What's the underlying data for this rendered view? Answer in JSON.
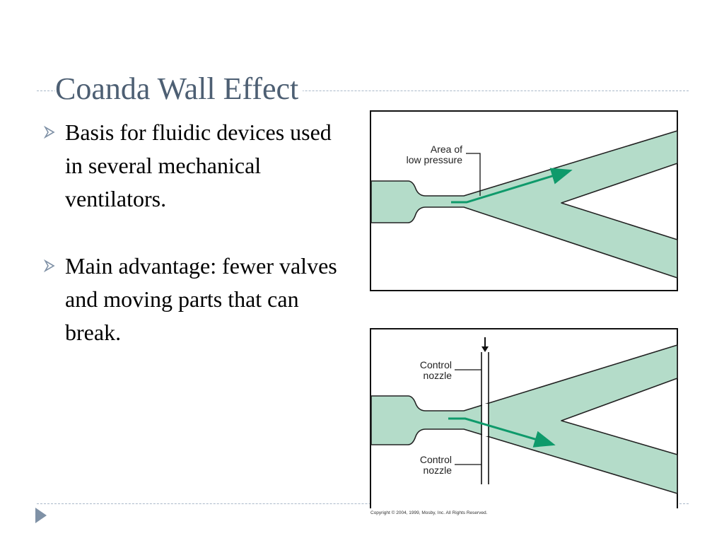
{
  "slide": {
    "title": "Coanda Wall Effect",
    "bullets": [
      {
        "text": "Basis for fluidic devices used in several mechanical ventilators."
      },
      {
        "text": "Main advantage: fewer valves and moving parts that can break."
      }
    ]
  },
  "diagram_top": {
    "label_line1": "Area of",
    "label_line2": "low pressure"
  },
  "diagram_bottom": {
    "label_top_line1": "Control",
    "label_top_line2": "nozzle",
    "label_bottom_line1": "Control",
    "label_bottom_line2": "nozzle"
  },
  "copyright": "Copyright © 2004, 1999, Mosby, Inc. All Rights Reserved.",
  "colors": {
    "fluid_fill": "#b4dcc9",
    "flow_arrow": "#0f9a6b",
    "title_color": "#4d5f73",
    "bullet_arrow": "#7f91a6"
  },
  "icons": {
    "bullet": "arrow-bullet-icon",
    "footer": "nav-triangle-icon",
    "control_arrow": "down-arrow-icon"
  }
}
